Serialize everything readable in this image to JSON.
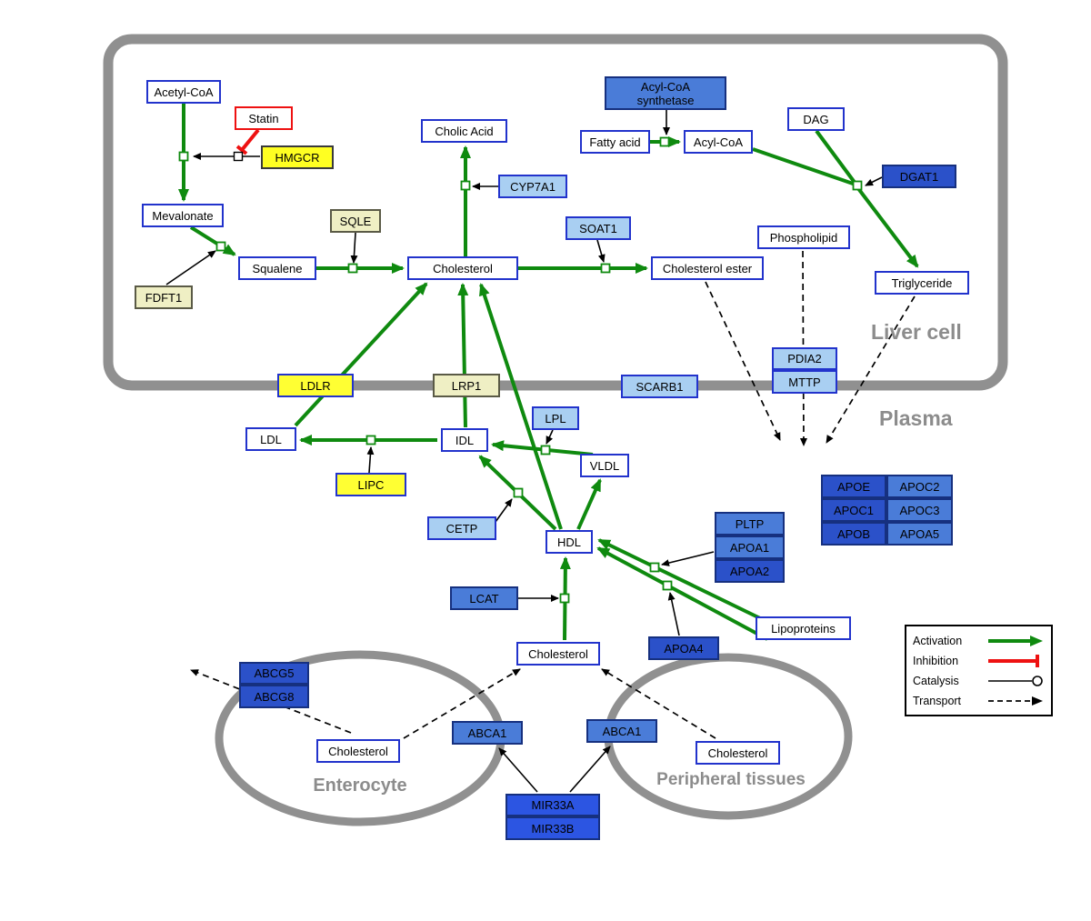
{
  "regions": {
    "liver_cell": "Liver cell",
    "plasma": "Plasma",
    "enterocyte": "Enterocyte",
    "peripheral_tissues": "Peripheral tissues"
  },
  "legend": {
    "activation": "Activation",
    "inhibition": "Inhibition",
    "catalysis": "Catalysis",
    "transport": "Transport"
  },
  "nodes": {
    "acetyl_coa": "Acetyl-CoA",
    "statin": "Statin",
    "hmgcr": "HMGCR",
    "mevalonate": "Mevalonate",
    "fdft1": "FDFT1",
    "squalene": "Squalene",
    "sqle": "SQLE",
    "cholesterol_liver": "Cholesterol",
    "cholic_acid": "Cholic Acid",
    "cyp7a1": "CYP7A1",
    "soat1": "SOAT1",
    "cholesterol_ester": "Cholesterol ester",
    "acyl_coa_synthetase": "Acyl-CoA synthetase",
    "fatty_acid": "Fatty acid",
    "acyl_coa": "Acyl-CoA",
    "dag": "DAG",
    "dgat1": "DGAT1",
    "phospholipid": "Phospholipid",
    "triglyceride": "Triglyceride",
    "pdia2": "PDIA2",
    "mttp": "MTTP",
    "ldlr": "LDLR",
    "lrp1": "LRP1",
    "scarb1": "SCARB1",
    "ldl": "LDL",
    "idl": "IDL",
    "lpl": "LPL",
    "vldl": "VLDL",
    "lipc": "LIPC",
    "cetp": "CETP",
    "hdl": "HDL",
    "pltp": "PLTP",
    "apoa1": "APOA1",
    "apoa2": "APOA2",
    "apoe": "APOE",
    "apoc2": "APOC2",
    "apoc1": "APOC1",
    "apoc3": "APOC3",
    "apob": "APOB",
    "apoa5": "APOA5",
    "lcat": "LCAT",
    "apoa4": "APOA4",
    "lipoproteins": "Lipoproteins",
    "cholesterol_plasma": "Cholesterol",
    "abcg5": "ABCG5",
    "abcg8": "ABCG8",
    "cholesterol_enterocyte": "Cholesterol",
    "abca1_enterocyte": "ABCA1",
    "abca1_peripheral": "ABCA1",
    "cholesterol_peripheral": "Cholesterol",
    "mir33a": "MIR33A",
    "mir33b": "MIR33B"
  },
  "colors": {
    "activation": "#0F8A0F",
    "inhibition": "#EE1111",
    "membrane": "#909090",
    "metabolite_border": "#2233CC",
    "gene_yellow": "#FFFF33",
    "gene_pale": "#EFEFC4",
    "gene_lightblue": "#A9CFF2",
    "gene_blue": "#4A7CD8",
    "gene_darkblue": "#2B51C9"
  }
}
